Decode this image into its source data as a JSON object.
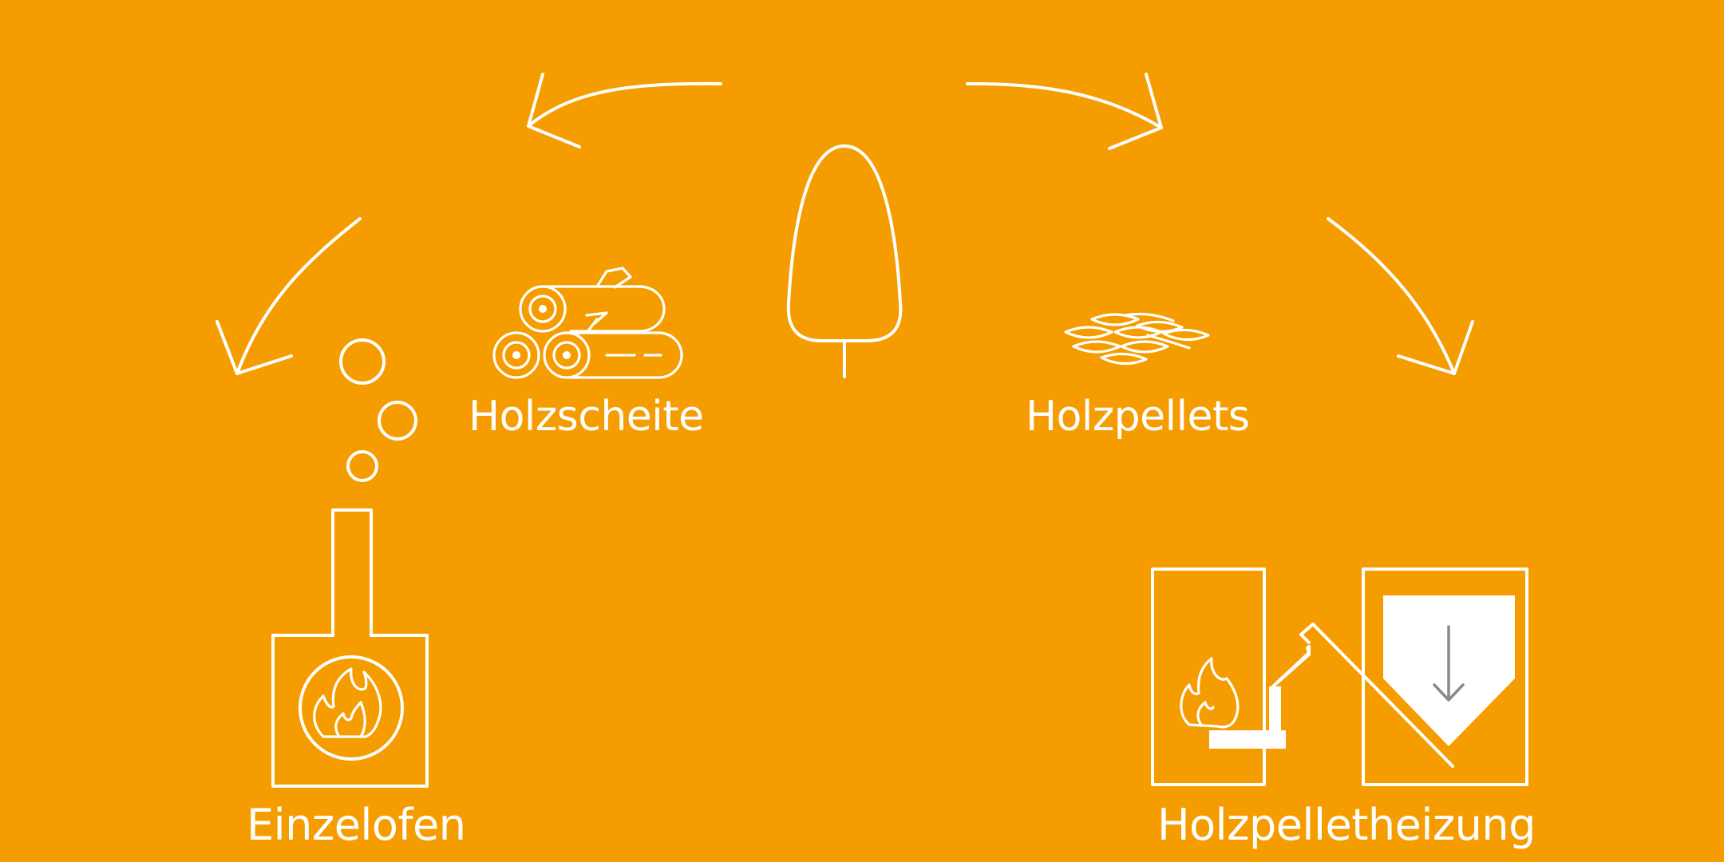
{
  "colors": {
    "background": "#F59D00",
    "foreground": "#FFFFFF",
    "arrow_gray": "#8A8A8A"
  },
  "icons": {
    "source": "tree-icon",
    "branch_left": "log-pile-icon",
    "branch_right": "pellets-icon",
    "end_left": "stove-icon",
    "end_right": "pellet-boiler-icon"
  },
  "labels": {
    "holzscheite": "Holzscheite",
    "holzpellets": "Holzpellets",
    "einzelofen": "Einzelofen",
    "holzpelletheizung": "Holzpelletheizung"
  }
}
